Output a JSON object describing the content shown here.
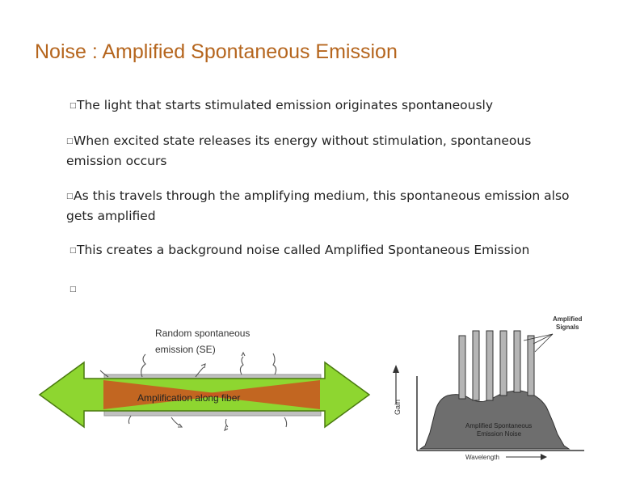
{
  "slide": {
    "title": "Noise : Amplified Spontaneous Emission",
    "bullet_glyph": "□",
    "bullets": [
      "The light that starts stimulated emission originates spontaneously",
      "When excited state releases its energy without stimulation, spontaneous emission occurs",
      "As this travels through the amplifying medium, this spontaneous emission also gets amplified",
      "This creates a background noise called Amplified Spontaneous Emission",
      ""
    ]
  },
  "figure_fiber": {
    "se_label_line1": "Random spontaneous",
    "se_label_line2": "emission (SE)",
    "amp_label": "Amplification along fiber",
    "colors": {
      "arrow_green": "#8ed630",
      "fiber_gray": "#c0c0c0",
      "wedge_orange": "#c85a20"
    }
  },
  "figure_spectrum": {
    "signals_label_line1": "Amplified",
    "signals_label_line2": "Signals",
    "noise_label_line1": "Amplified Spontaneous",
    "noise_label_line2": "Emission Noise",
    "y_axis_label": "Gain",
    "x_axis_label": "Wavelength"
  }
}
